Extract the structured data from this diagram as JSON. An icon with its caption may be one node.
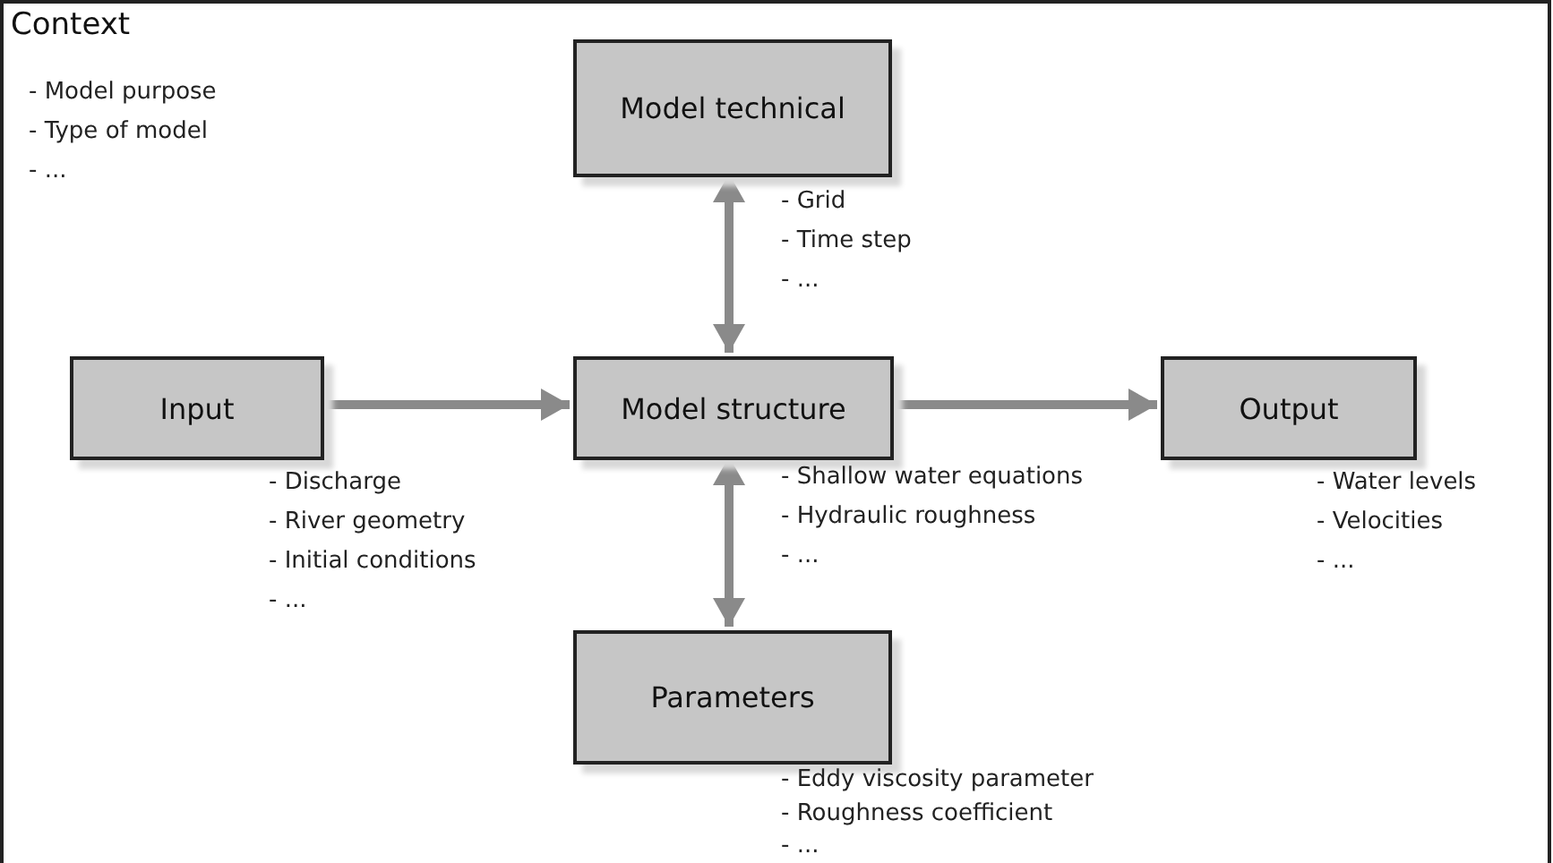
{
  "diagram": {
    "nodes": [
      {
        "text": [
          "Context",
          "- Model purpose",
          "- Type of model",
          "- ..."
        ]
      },
      {
        "text": [
          "Model technical"
        ],
        "in": 0,
        "beside": [
          "- Grid",
          "- Time step",
          "- ..."
        ]
      },
      {
        "text": [
          "Input"
        ],
        "in": 0,
        "beside": [
          "- Discharge",
          "- River geometry",
          "- Initial conditions",
          "- ..."
        ]
      },
      {
        "text": [
          "Model structure"
        ],
        "in": 0,
        "beside": [
          "- Shallow water equations",
          "- Hydraulic roughness",
          "- ..."
        ]
      },
      {
        "text": [
          "Output"
        ],
        "in": 0,
        "beside": [
          "- Water levels",
          "- Velocities",
          "- ..."
        ]
      },
      {
        "text": [
          "Parameters"
        ],
        "in": 0,
        "beside": [
          "- Eddy viscosity parameter",
          "- Roughness coefficient",
          "- ..."
        ]
      }
    ],
    "edges": [
      {
        "from": 2,
        "to": 3,
        "arrow": "to"
      },
      {
        "from": 3,
        "to": 4,
        "arrow": "to"
      },
      {
        "from": 1,
        "to": 3,
        "arrow": "both"
      },
      {
        "from": 3,
        "to": 5,
        "arrow": "both"
      }
    ]
  }
}
